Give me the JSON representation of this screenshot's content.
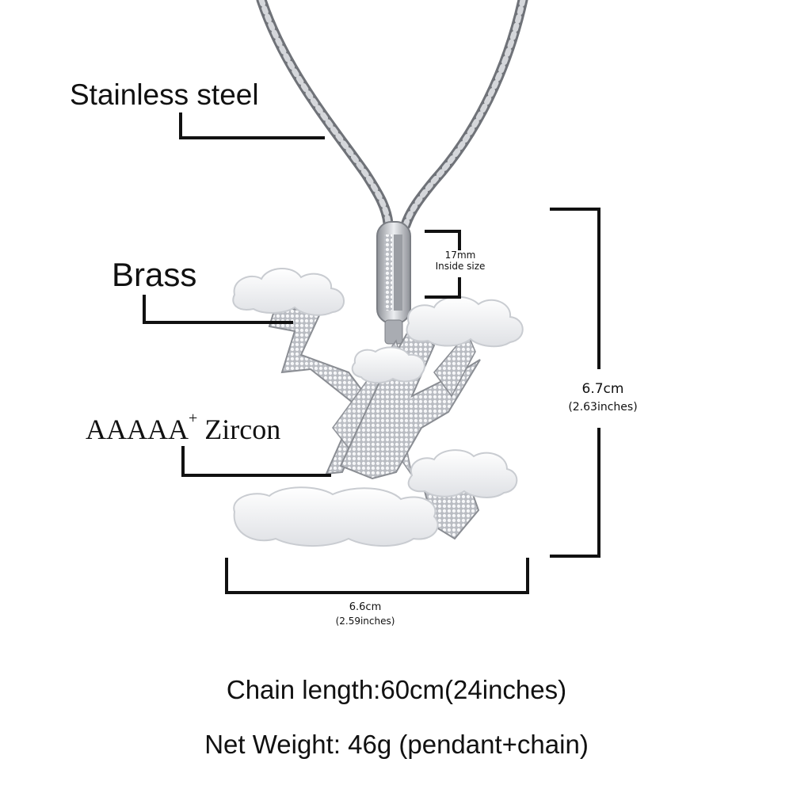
{
  "labels": {
    "stainless_steel": "Stainless steel",
    "brass": "Brass",
    "zircon_main": "AAAAA",
    "zircon_sup": "+",
    "zircon_tail": " Zircon"
  },
  "dimensions": {
    "bail_size": "17mm",
    "bail_note": "Inside size",
    "height_cm": "6.7cm",
    "height_in": "(2.63inches)",
    "width_cm": "6.6cm",
    "width_in": "(2.59inches)"
  },
  "specs": {
    "chain_length": "Chain length:60cm(24inches)",
    "net_weight": "Net Weight: 46g (pendant+chain)"
  }
}
